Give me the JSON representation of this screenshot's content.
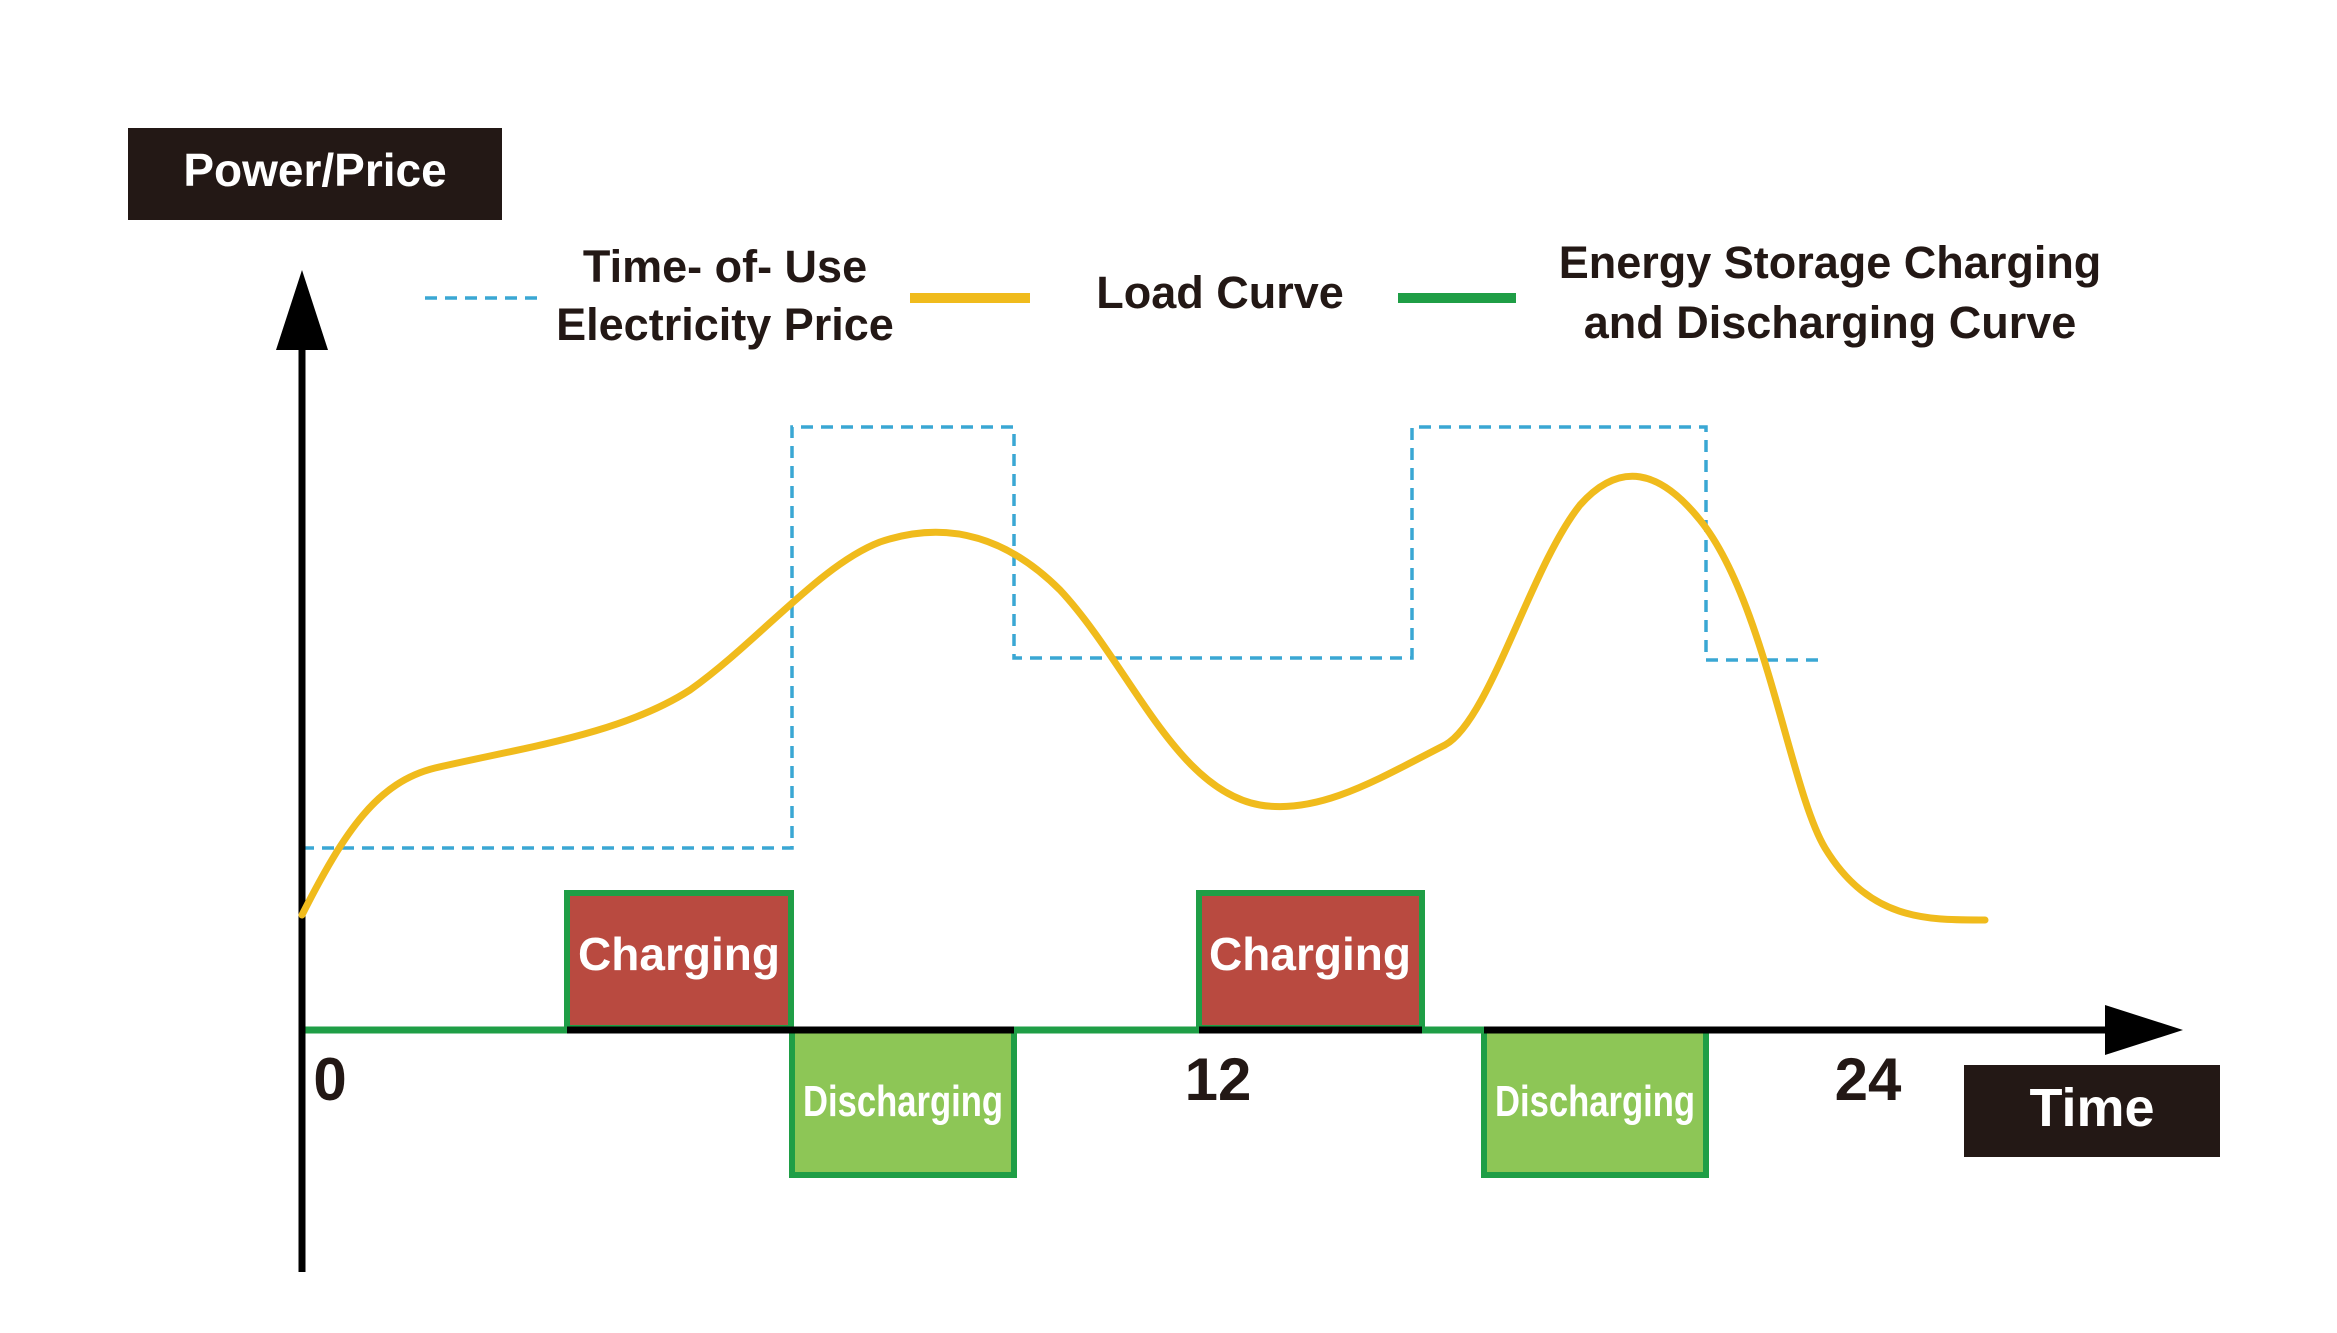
{
  "y_axis_label": "Power/Price",
  "x_axis_label": "Time",
  "x_ticks": [
    "0",
    "12",
    "24"
  ],
  "legend": {
    "price_line1": "Time- of- Use",
    "price_line2": "Electricity Price",
    "load": "Load Curve",
    "storage_line1": "Energy Storage Charging",
    "storage_line2": "and Discharging Curve"
  },
  "charging_labels": [
    "Charging",
    "Charging"
  ],
  "discharging_labels": [
    "Discharging",
    "Discharging"
  ],
  "colors": {
    "price": "#3aa7d4",
    "load": "#f0bb1c",
    "storage": "#1f9e46",
    "charging_fill": "#b94a40",
    "discharging_fill": "#8dc656",
    "label_box": "#231815",
    "axis": "#000000"
  }
}
